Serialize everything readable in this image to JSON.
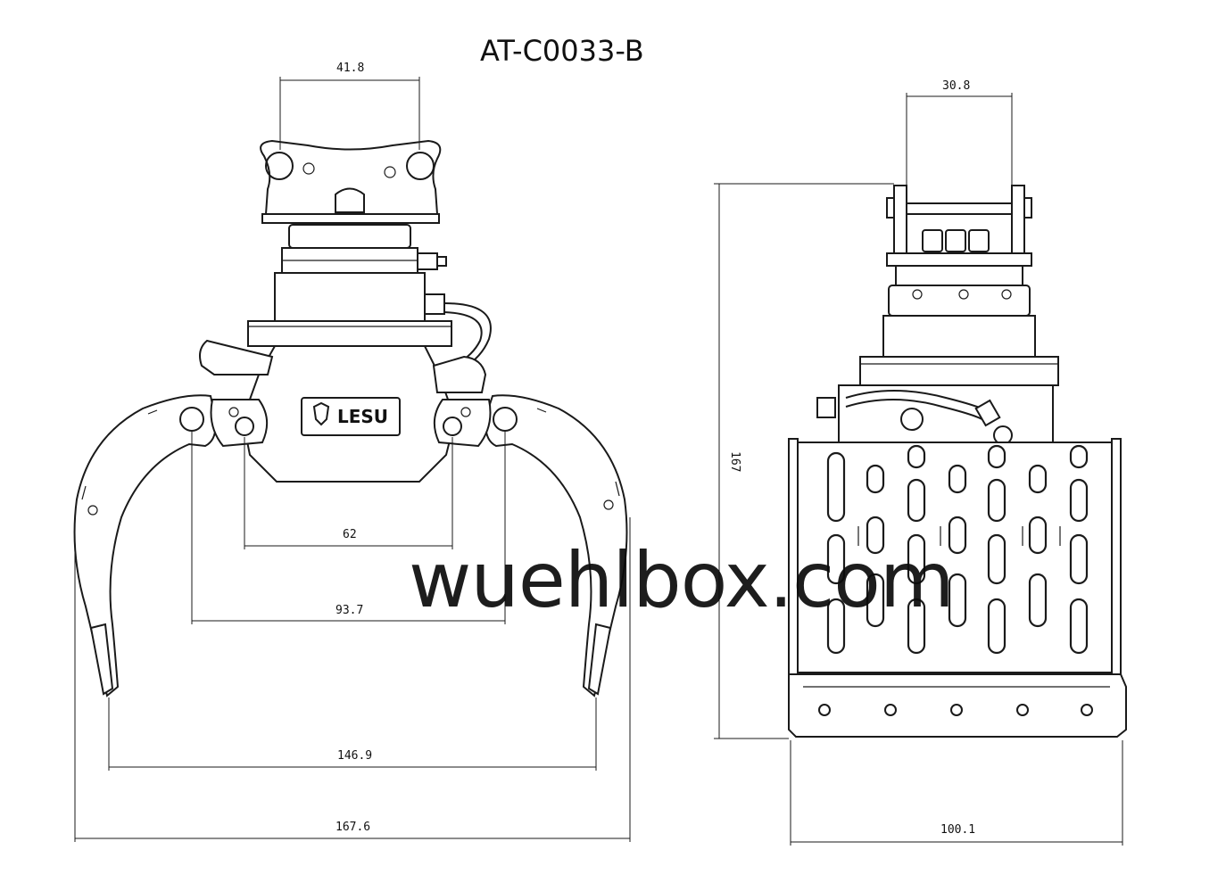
{
  "title": "AT-C0033-B",
  "watermark": "wuehlbox.com",
  "logo": {
    "text": "LESU",
    "subtext": ""
  },
  "front_view": {
    "dimensions": {
      "top_mount": "41.8",
      "inner_pivots": "62",
      "outer_pivots": "93.7",
      "tine_tips": "146.9",
      "overall_width": "167.6"
    }
  },
  "side_view": {
    "dimensions": {
      "top_mount": "30.8",
      "height": "167",
      "bottom_width": "100.1"
    }
  },
  "colors": {
    "line": "#1a1a1a",
    "background": "#ffffff"
  }
}
